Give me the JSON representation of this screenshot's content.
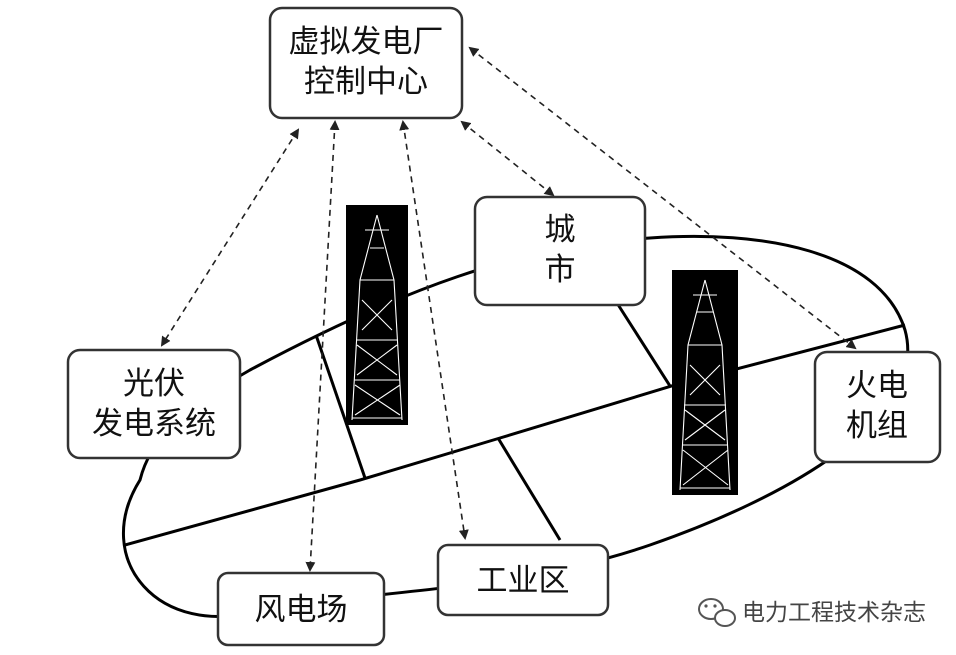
{
  "nodes": {
    "control_center": {
      "line1": "虚拟发电厂",
      "line2": "控制中心"
    },
    "city": {
      "line1": "城",
      "line2": "市"
    },
    "pv": {
      "line1": "光伏",
      "line2": "发电系统"
    },
    "thermal": {
      "line1": "火电",
      "line2": "机组"
    },
    "wind": {
      "line1": "风电场"
    },
    "industrial": {
      "line1": "工业区"
    }
  },
  "watermark": {
    "text": "电力工程技术杂志",
    "icon": "wechat-icon"
  },
  "colors": {
    "line": "#000000",
    "box_stroke": "#333333",
    "tower": "#000000"
  }
}
